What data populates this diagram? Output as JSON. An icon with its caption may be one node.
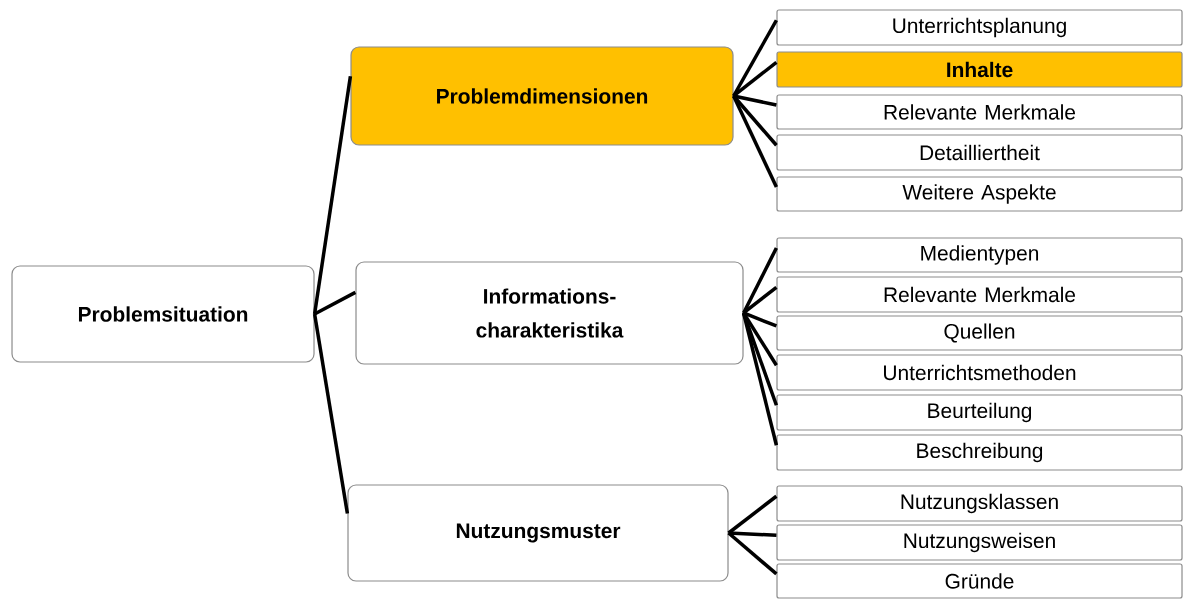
{
  "diagram": {
    "nodes": [
      {
        "text": [
          "Problemsituation"
        ]
      },
      {
        "text": [
          "Problemdimensionen"
        ]
      },
      {
        "text": [
          "Informations- charakteristika"
        ]
      },
      {
        "text": [
          "Nutzungsmuster"
        ]
      },
      {
        "text": [
          "Unterrichtsplanung"
        ]
      },
      {
        "text": [
          "Inhalte"
        ]
      },
      {
        "text": [
          "Relevante Merkmale"
        ]
      },
      {
        "text": [
          "Detailliertheit"
        ]
      },
      {
        "text": [
          "Weitere Aspekte"
        ]
      },
      {
        "text": [
          "Medientypen"
        ]
      },
      {
        "text": [
          "Relevante Merkmale"
        ]
      },
      {
        "text": [
          "Quellen"
        ]
      },
      {
        "text": [
          "Unterrichtsmethoden"
        ]
      },
      {
        "text": [
          "Beurteilung"
        ]
      },
      {
        "text": [
          "Beschreibung"
        ]
      },
      {
        "text": [
          "Nutzungsklassen"
        ]
      },
      {
        "text": [
          "Nutzungsweisen"
        ]
      },
      {
        "text": [
          "Gründe"
        ]
      }
    ],
    "edges": [
      {
        "from": 0,
        "to": 1,
        "arrow": "none"
      },
      {
        "from": 0,
        "to": 2,
        "arrow": "none"
      },
      {
        "from": 0,
        "to": 3,
        "arrow": "none"
      },
      {
        "from": 1,
        "to": 4,
        "arrow": "none"
      },
      {
        "from": 1,
        "to": 5,
        "arrow": "none"
      },
      {
        "from": 1,
        "to": 6,
        "arrow": "none"
      },
      {
        "from": 1,
        "to": 7,
        "arrow": "none"
      },
      {
        "from": 1,
        "to": 8,
        "arrow": "none"
      },
      {
        "from": 2,
        "to": 9,
        "arrow": "none"
      },
      {
        "from": 2,
        "to": 10,
        "arrow": "none"
      },
      {
        "from": 2,
        "to": 11,
        "arrow": "none"
      },
      {
        "from": 2,
        "to": 12,
        "arrow": "none"
      },
      {
        "from": 2,
        "to": 13,
        "arrow": "none"
      },
      {
        "from": 2,
        "to": 14,
        "arrow": "none"
      },
      {
        "from": 3,
        "to": 15,
        "arrow": "none"
      },
      {
        "from": 3,
        "to": 16,
        "arrow": "none"
      },
      {
        "from": 3,
        "to": 17,
        "arrow": "none"
      }
    ]
  }
}
